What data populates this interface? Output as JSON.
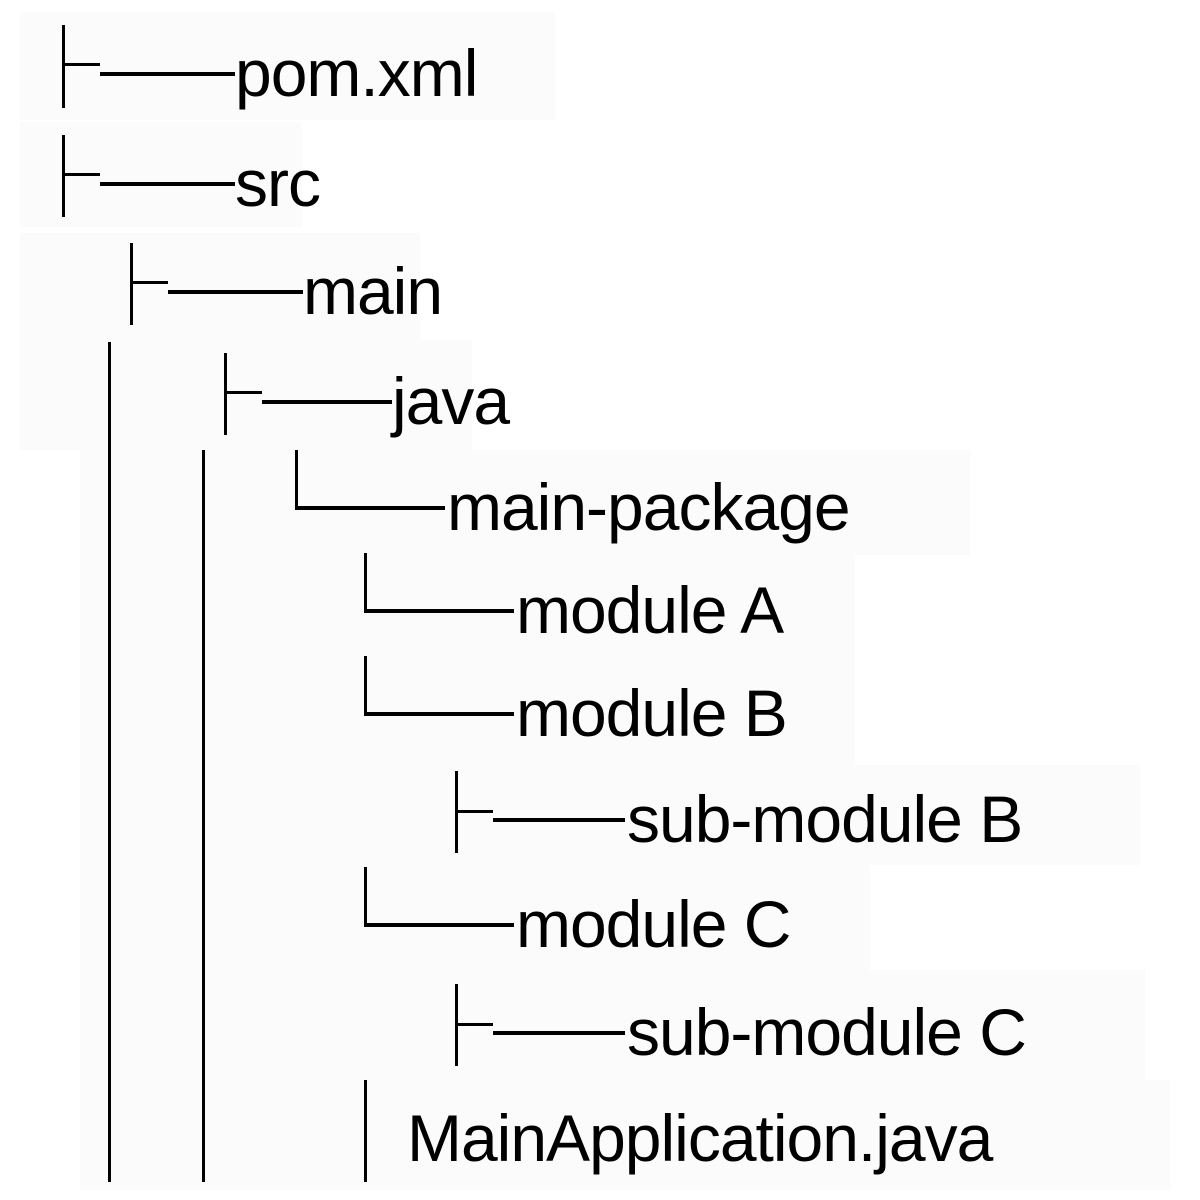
{
  "tree": {
    "items": [
      {
        "name": "pom.xml",
        "depth": 0,
        "connector": "tee"
      },
      {
        "name": "src",
        "depth": 0,
        "connector": "tee"
      },
      {
        "name": "main",
        "depth": 1,
        "connector": "tee"
      },
      {
        "name": "java",
        "depth": 2,
        "connector": "tee"
      },
      {
        "name": "main-package",
        "depth": 3,
        "connector": "elbow"
      },
      {
        "name": "module A",
        "depth": 4,
        "connector": "elbow"
      },
      {
        "name": "module B",
        "depth": 4,
        "connector": "elbow"
      },
      {
        "name": "sub-module B",
        "depth": 5,
        "connector": "tee"
      },
      {
        "name": "module C",
        "depth": 4,
        "connector": "elbow"
      },
      {
        "name": "sub-module C",
        "depth": 5,
        "connector": "tee"
      },
      {
        "name": "MainApplication.java",
        "depth": 4,
        "connector": "bar"
      }
    ]
  }
}
